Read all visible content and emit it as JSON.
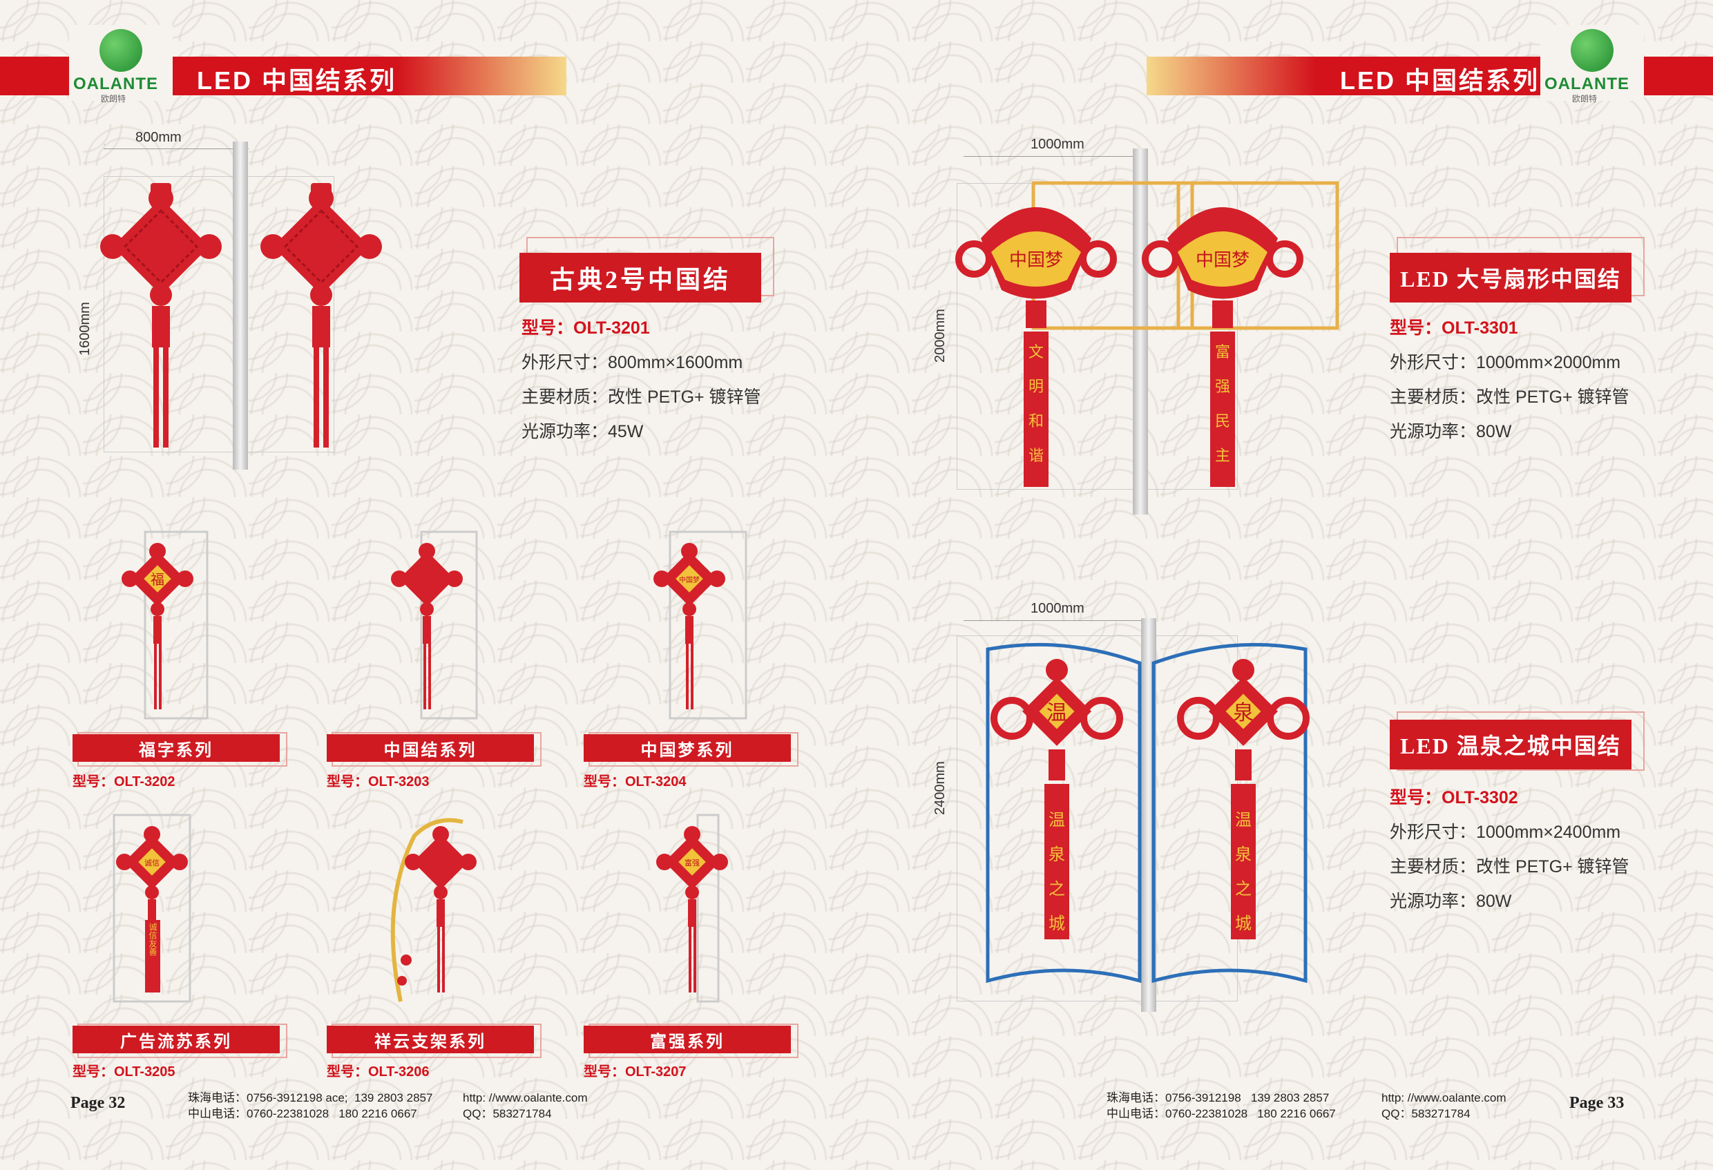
{
  "header": {
    "left_title": "LED 中国结系列",
    "right_title": "LED 中国结系列",
    "logo_text": "OALANTE",
    "logo_sub": "欧朗特",
    "brand_red": "#d3121c",
    "brand_green": "#1d8b34"
  },
  "left_page": {
    "main_product": {
      "title": "古典2号中国结",
      "model": "型号：OLT-3201",
      "size": "外形尺寸：800mm×1600mm",
      "material": "主要材质：改性 PETG+ 镀锌管",
      "power": "光源功率：45W",
      "dim_w": "800mm",
      "dim_h": "1600mm"
    },
    "series": [
      {
        "title": "福字系列",
        "model": "型号：OLT-3202",
        "knot_text": "福"
      },
      {
        "title": "中国结系列",
        "model": "型号：OLT-3203",
        "knot_text": ""
      },
      {
        "title": "中国梦系列",
        "model": "型号：OLT-3204",
        "knot_text": "中国梦"
      },
      {
        "title": "广告流苏系列",
        "model": "型号：OLT-3205",
        "knot_text": "诚信",
        "tassel_text": "诚信友善"
      },
      {
        "title": "祥云支架系列",
        "model": "型号：OLT-3206",
        "knot_text": ""
      },
      {
        "title": "富强系列",
        "model": "型号：OLT-3207",
        "knot_text": "富强"
      }
    ],
    "footer": {
      "page": "Page 32",
      "zh_tel": "珠海电话：0756-3912198",
      "zh_mob": "139 2803 2857",
      "zs_tel": "中山电话：0760-22381028",
      "zs_mob": "180 2216 0667",
      "web": "http: //www.oalante.com",
      "qq": "QQ：583271784"
    }
  },
  "right_page": {
    "product_1": {
      "title": "LED 大号扇形中国结",
      "model": "型号：OLT-3301",
      "size": "外形尺寸：1000mm×2000mm",
      "material": "主要材质：改性 PETG+ 镀锌管",
      "power": "光源功率：80W",
      "dim_w": "1000mm",
      "dim_h": "2000mm",
      "knot_text": "中国梦",
      "tassel_left": [
        "文",
        "明",
        "和",
        "谐"
      ],
      "tassel_right": [
        "富",
        "强",
        "民",
        "主"
      ]
    },
    "product_2": {
      "title": "LED 温泉之城中国结",
      "model": "型号：OLT-3302",
      "size": "外形尺寸：1000mm×2400mm",
      "material": "主要材质：改性 PETG+ 镀锌管",
      "power": "光源功率：80W",
      "dim_w": "1000mm",
      "dim_h": "2400mm",
      "knot_left": "温",
      "knot_right": "泉",
      "tassel": [
        "温",
        "泉",
        "之",
        "城"
      ]
    },
    "footer": {
      "page": "Page 33",
      "zh_tel": "珠海电话：0756-3912198",
      "zh_mob": "139 2803 2857",
      "zs_tel": "中山电话：0760-22381028",
      "zs_mob": "180 2216 0667",
      "web": "http: //www.oalante.com",
      "qq": "QQ：583271784"
    }
  }
}
